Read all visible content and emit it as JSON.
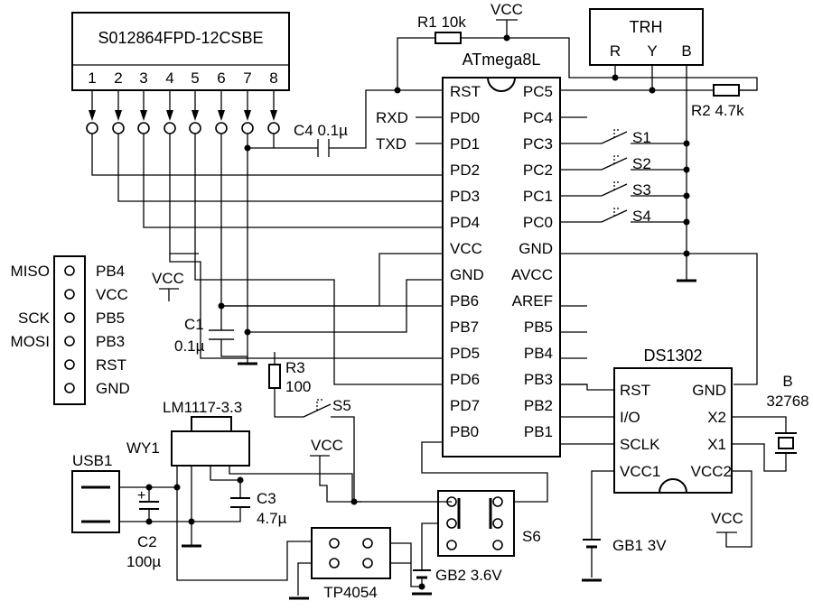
{
  "lcd": {
    "model": "S012864FPD-12CSBE",
    "pins": [
      "1",
      "2",
      "3",
      "4",
      "5",
      "6",
      "7",
      "8"
    ]
  },
  "mcu": {
    "name": "ATmega8L",
    "left_pins": [
      "RST",
      "PD0",
      "PD1",
      "PD2",
      "PD3",
      "PD4",
      "VCC",
      "GND",
      "PB6",
      "PB7",
      "PD5",
      "PD6",
      "PD7",
      "PB0"
    ],
    "right_pins": [
      "PC5",
      "PC4",
      "PC3",
      "PC2",
      "PC1",
      "PC0",
      "GND",
      "AVCC",
      "AREF",
      "PB5",
      "PB4",
      "PB3",
      "PB2",
      "PB1"
    ],
    "rxd": "RXD",
    "txd": "TXD"
  },
  "sensor": {
    "name": "TRH",
    "pins": [
      "R",
      "Y",
      "B"
    ]
  },
  "vcc_label": "VCC",
  "resistors": {
    "r1": "R1 10k",
    "r2": "R2 4.7k",
    "r3_name": "R3",
    "r3_value": "100"
  },
  "capacitors": {
    "c4": "C4 0.1µ",
    "c1_name": "C1",
    "c1_value": "0.1µ",
    "c2_name": "C2",
    "c2_value": "100µ",
    "c3_name": "C3",
    "c3_value": "4.7µ"
  },
  "switches": [
    "S1",
    "S2",
    "S3",
    "S4"
  ],
  "s5": "S5",
  "s6": "S6",
  "isp": {
    "left_labels": [
      "MISO",
      "",
      "SCK",
      "MOSI",
      "",
      ""
    ],
    "right_labels": [
      "PB4",
      "VCC",
      "PB5",
      "PB3",
      "RST",
      "GND"
    ]
  },
  "regulator": {
    "name": "LM1117-3.3",
    "ref": "WY1"
  },
  "usb": "USB1",
  "charger": "TP4054",
  "rtc": {
    "name": "DS1302",
    "left_pins": [
      "RST",
      "I/O",
      "SCLK",
      "VCC1"
    ],
    "right_pins": [
      "GND",
      "X2",
      "X1",
      "VCC2"
    ]
  },
  "crystal": {
    "ref": "B",
    "value": "32768"
  },
  "batteries": {
    "gb1": "GB1 3V",
    "gb2": "GB2 3.6V"
  },
  "polarity": "+"
}
